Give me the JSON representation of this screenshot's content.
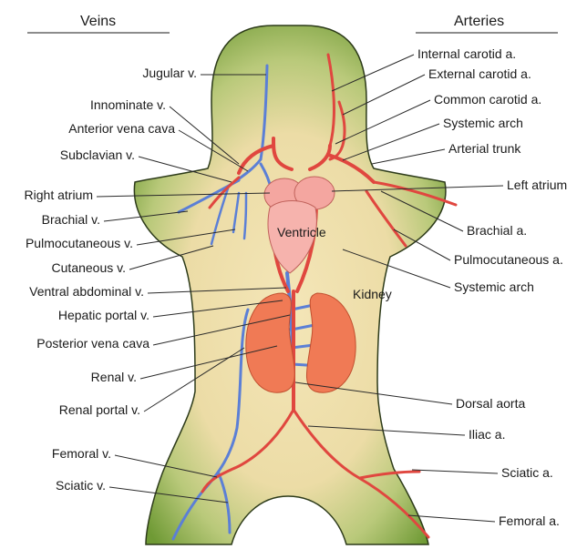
{
  "headers": {
    "veins": "Veins",
    "arteries": "Arteries"
  },
  "labels": {
    "ventricle": "Ventricle",
    "kidney": "Kidney"
  },
  "veins": [
    "Jugular v.",
    "Innominate v.",
    "Anterior vena cava",
    "Subclavian v.",
    "Right atrium",
    "Brachial v.",
    "Pulmocutaneous v.",
    "Cutaneous v.",
    "Ventral abdominal v.",
    "Hepatic portal v.",
    "Posterior vena cava",
    "Renal v.",
    "Renal portal v.",
    "Femoral v.",
    "Sciatic v."
  ],
  "arteries": [
    "Internal carotid a.",
    "External carotid a.",
    "Common carotid a.",
    "Systemic arch",
    "Arterial trunk",
    "Left atrium",
    "Brachial a.",
    "Pulmocutaneous a.",
    "Systemic arch",
    "Dorsal aorta",
    "Iliac a.",
    "Sciatic a.",
    "Femoral a."
  ],
  "colors": {
    "body_outer": "#7aa23c",
    "body_inner": "#f2e2b0",
    "vein": "#5b7fd6",
    "artery": "#e0473f",
    "heart": "#f4a6a0",
    "kidney": "#f07a55"
  }
}
